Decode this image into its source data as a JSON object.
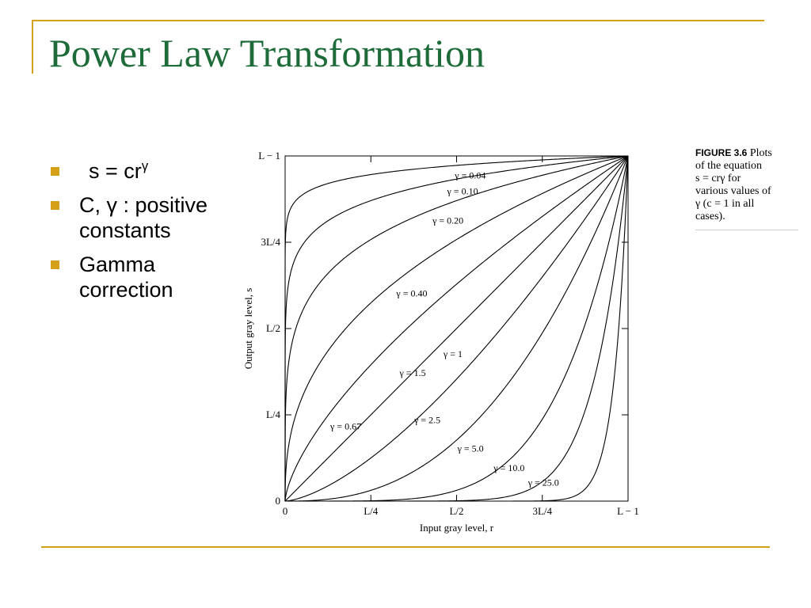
{
  "slide": {
    "title": "Power Law Transformation",
    "bullets": [
      {
        "text": "s = cr",
        "sup": "γ"
      },
      {
        "text": "C, γ : positive constants"
      },
      {
        "text": "Gamma correction"
      }
    ]
  },
  "caption": {
    "label": "FIGURE 3.6",
    "lines": [
      "Plots",
      "of the equation",
      "s = crγ for",
      "various values of",
      "γ (c = 1 in all",
      "cases)."
    ]
  },
  "colors": {
    "title": "#1e6b3a",
    "accent": "#d4a017"
  },
  "chart_data": {
    "type": "line",
    "xlabel": "Input gray level, r",
    "ylabel": "Output gray level, s",
    "xlim": [
      0,
      1
    ],
    "ylim": [
      0,
      1
    ],
    "x_ticks": [
      {
        "value": 0,
        "label": "0"
      },
      {
        "value": 0.25,
        "label": "L/4"
      },
      {
        "value": 0.5,
        "label": "L/2"
      },
      {
        "value": 0.75,
        "label": "3L/4"
      },
      {
        "value": 1,
        "label": "L − 1"
      }
    ],
    "y_ticks": [
      {
        "value": 0,
        "label": "0"
      },
      {
        "value": 0.25,
        "label": "L/4"
      },
      {
        "value": 0.5,
        "label": "L/2"
      },
      {
        "value": 0.75,
        "label": "3L/4"
      },
      {
        "value": 1,
        "label": "L − 1"
      }
    ],
    "series": [
      {
        "gamma": 0.04,
        "label": "γ = 0.04"
      },
      {
        "gamma": 0.1,
        "label": "γ = 0.10"
      },
      {
        "gamma": 0.2,
        "label": "γ = 0.20"
      },
      {
        "gamma": 0.4,
        "label": "γ = 0.40"
      },
      {
        "gamma": 0.67,
        "label": "γ = 0.67"
      },
      {
        "gamma": 1,
        "label": "γ = 1"
      },
      {
        "gamma": 1.5,
        "label": "γ = 1.5"
      },
      {
        "gamma": 2.5,
        "label": "γ = 2.5"
      },
      {
        "gamma": 5,
        "label": "γ = 5.0"
      },
      {
        "gamma": 10,
        "label": "γ = 10.0"
      },
      {
        "gamma": 25,
        "label": "γ = 25.0"
      }
    ]
  }
}
